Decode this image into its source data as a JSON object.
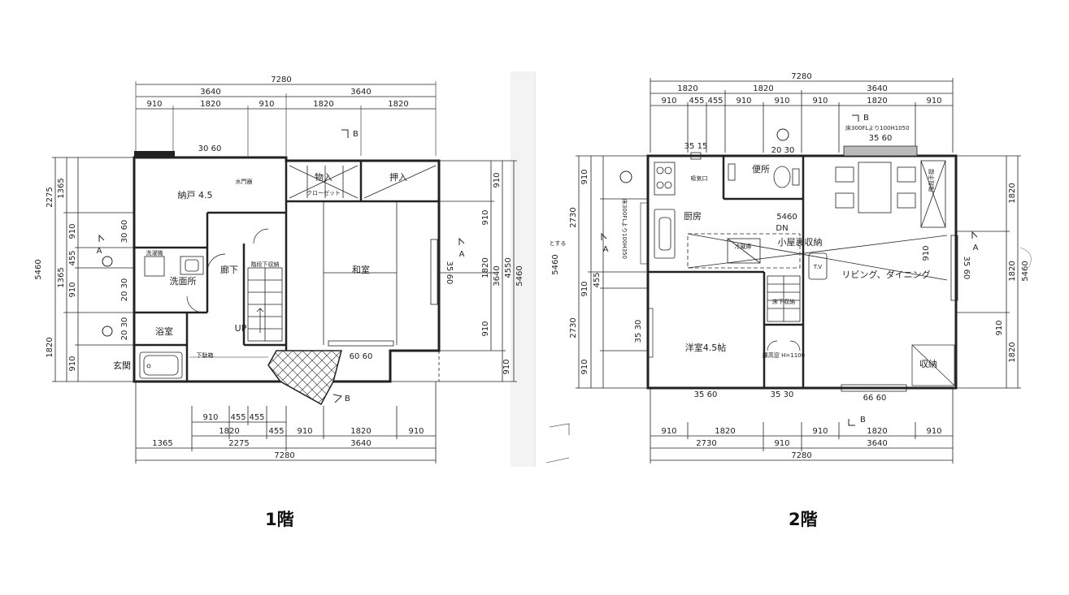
{
  "captions": {
    "floor1": "1階",
    "floor2": "2階"
  },
  "floor1": {
    "rooms": {
      "nando": "納戸 4.5",
      "washitsu": "和室",
      "oshiire": "押入",
      "monoire": "物入",
      "rouka": "廊下",
      "senmenjo": "洗面所",
      "yokushitsu": "浴室",
      "genkan": "玄関"
    },
    "labels": {
      "up": "UP",
      "sensuiki": "洗濯機",
      "kutsubako": "下駄箱",
      "closet": "クローゼット",
      "kaidanshita": "階段下収納",
      "sensui": "水門器",
      "sec_b": "B",
      "sec_a": "A"
    },
    "dims": {
      "total": "7280",
      "h1": "3640",
      "h2": "3640",
      "t1": "910",
      "t2": "1820",
      "t3": "910",
      "t4": "1820",
      "t5": "1820",
      "b1a": "910",
      "b1b": "455",
      "b1c": "455",
      "b2a": "1820",
      "b2b": "455",
      "b2c": "910",
      "b2d": "1820",
      "b2e": "910",
      "b3a": "1365",
      "b3b": "2275",
      "b3c": "3640",
      "btotal": "7280",
      "l_1365a": "1365",
      "l_2275": "2275",
      "l_5460": "5460",
      "l_910a": "910",
      "l_455": "455",
      "l_1365b": "1365",
      "l_910b": "910",
      "l_1820": "1820",
      "l_910c": "910",
      "r_910a": "910",
      "r_910b": "910",
      "r_1820": "1820",
      "r_3640": "3640",
      "r_4550": "4550",
      "r_5460": "5460",
      "r_910c": "910",
      "r_910d": "910",
      "w_3060a": "30 60",
      "w_3060b": "30 60",
      "w_2030a": "20 30",
      "w_2030b": "20 30",
      "w_3560": "35 60",
      "w_6060": "60 60"
    }
  },
  "floor2": {
    "rooms": {
      "chubo": "厨房",
      "benjo": "便所",
      "yoshitsu": "洋室4.5帖",
      "living": "リビング、ダイニング",
      "koyaura": "小屋裏収納",
      "shuno": "収納"
    },
    "labels": {
      "dn": "DN",
      "tv": "T.V",
      "kyukikou": "吸気口",
      "reizo": "冷蔵庫",
      "kiri": "床下収納",
      "floor_note1": "床300FLより100H350",
      "floor_note2": "床300FLより100H1050",
      "floor_note3": "腰高窓 H=1100",
      "tosuru": "とする",
      "kaiten": "階段手摺",
      "sec_b": "B",
      "sec_a": "A"
    },
    "dims": {
      "total": "7280",
      "h1": "1820",
      "h2": "1820",
      "h3": "3640",
      "t1": "910",
      "t2": "455",
      "t3": "455",
      "t4": "910",
      "t5": "910",
      "t6": "910",
      "t7": "1820",
      "t8": "910",
      "b1a": "910",
      "b1b": "1820",
      "b1c": "910",
      "b1d": "1820",
      "b1e": "910",
      "b2a": "2730",
      "b2b": "910",
      "b2c": "3640",
      "btotal": "7280",
      "l_910a": "910",
      "l_2730a": "2730",
      "l_5460": "5460",
      "l_455": "455",
      "l_910b": "910",
      "l_2730b": "2730",
      "l_910c": "910",
      "r_1820a": "1820",
      "r_910": "910",
      "r_1820b": "1820",
      "r_5460": "5460",
      "r_910b": "910",
      "r_1820c": "1820",
      "w_3515": "35 15",
      "w_2030": "20 30",
      "w_3560a": "35 60",
      "w_3560b": "35 60",
      "w_3560c": "35 60",
      "w_3530a": "35 30",
      "w_3530b": "35 30",
      "w_6660": "66 60",
      "w_5460": "5460"
    }
  }
}
